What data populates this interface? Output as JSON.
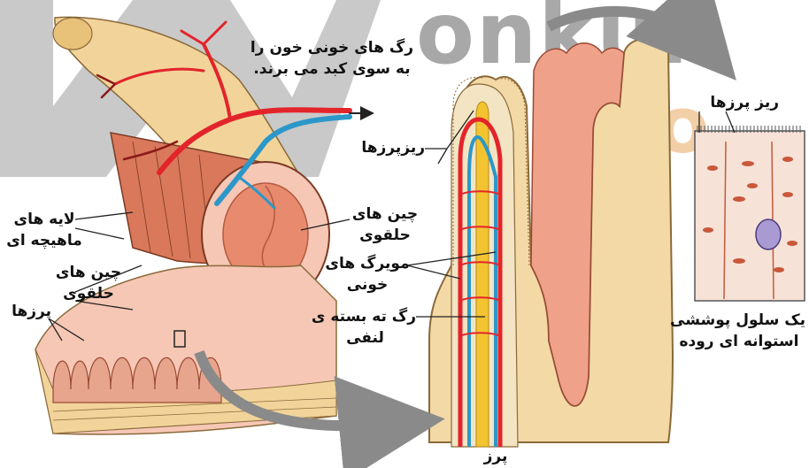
{
  "watermark": {
    "brand": "onkur",
    "sub": "info"
  },
  "labels": {
    "blood_vessels_to_liver": [
      "رگ های خونی خون را",
      "به سوی کبد می برند."
    ],
    "microvilli_mid": "ریزپرزها",
    "microvilli_right": "ریز پرزها",
    "circular_folds_right": [
      "چین های",
      "حلقوی"
    ],
    "muscle_layers": [
      "لایه های",
      "ماهیچه ای"
    ],
    "circular_folds_left": [
      "چین های",
      "حلقوی"
    ],
    "villi": "پرزها",
    "capillaries": [
      "مویرگ های",
      "خونی"
    ],
    "lymph_vessel": [
      "رگ ته بسته ی",
      "لنفی"
    ],
    "epithelial_cell": [
      "یک سلول پوششی",
      "استوانه ای روده"
    ],
    "villus": "پرز"
  },
  "colors": {
    "tube_outer": "#f2d49a",
    "muscle": "#d9785a",
    "lumen": "#e88a6e",
    "mucosa": "#f6c7b5",
    "artery": "#e3242b",
    "vein": "#2c97c9",
    "lymph": "#f4c430",
    "arrow": "#8a8a8a",
    "cell_bg": "#f7e2d8",
    "nucleus": "#a99ad4"
  }
}
